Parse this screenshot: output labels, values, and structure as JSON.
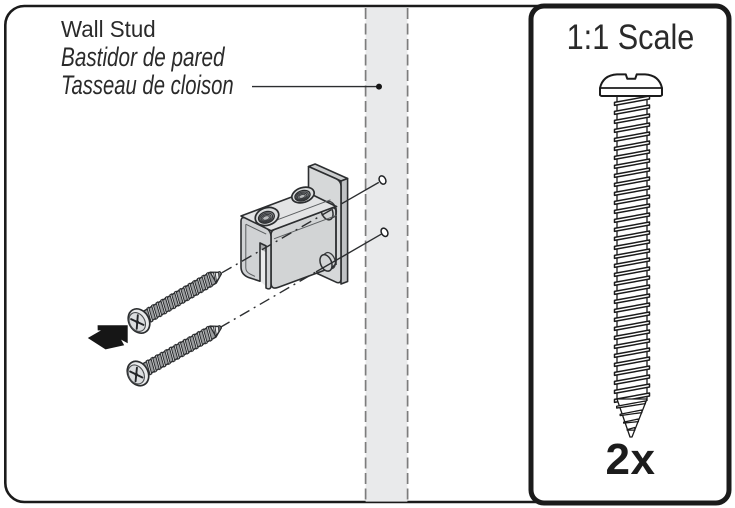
{
  "illustration": {
    "labels": {
      "wall_stud_en": "Wall Stud",
      "wall_stud_es": "Bastidor de pared",
      "wall_stud_fr": "Tasseau de cloison"
    }
  },
  "scale_panel": {
    "title": "1:1 Scale",
    "quantity": "2x"
  },
  "colors": {
    "frame": "#1b1b1b",
    "text": "#2a2a2a",
    "line": "#2c2e30",
    "stud_fill": "#e9eaeb",
    "stud_edge": "#7d7d7d",
    "arrow": "#161616",
    "metal_top": "#e1e3e4",
    "metal_front": "#d3d5d6",
    "metal_side": "#cbcdcf"
  }
}
